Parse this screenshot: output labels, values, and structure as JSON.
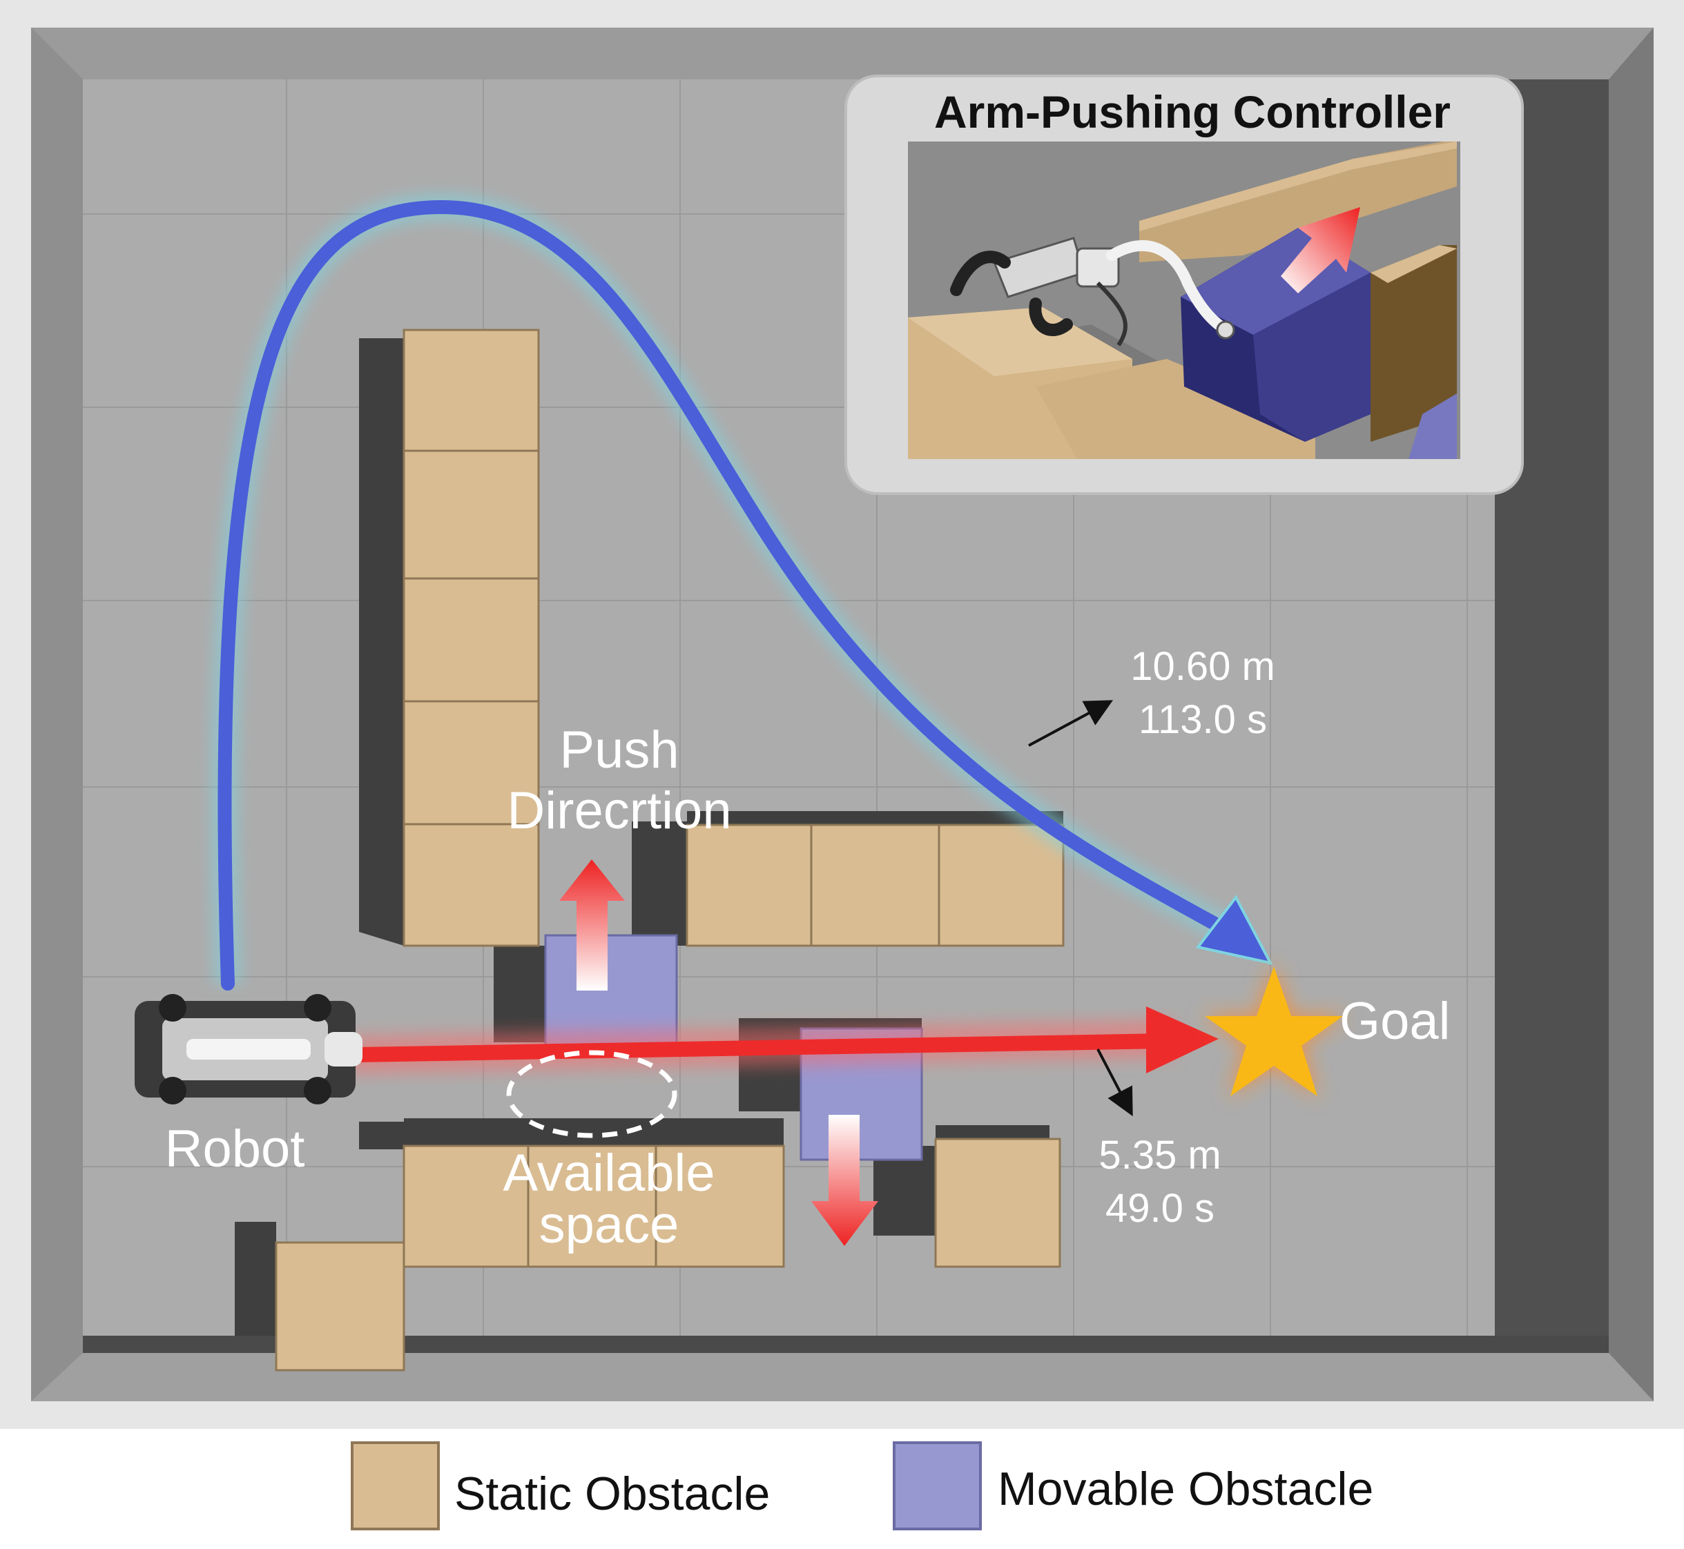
{
  "inset": {
    "title": "Arm-Pushing Controller"
  },
  "labels": {
    "push_line1": "Push",
    "push_line2": "Direcrtion",
    "robot": "Robot",
    "goal": "Goal",
    "available_line1": "Available",
    "available_line2": "space",
    "long_path_distance": "10.60 m",
    "long_path_time": "113.0 s",
    "short_path_distance": "5.35 m",
    "short_path_time": "49.0 s"
  },
  "legend": {
    "static": "Static Obstacle",
    "movable": "Movable Obstacle"
  },
  "colors": {
    "static_obstacle": "#d9bc92",
    "movable_obstacle": "#9898d0",
    "long_path": "#4a5fd8",
    "short_path": "#ee2b2b",
    "goal_star": "#f9b816",
    "floor": "#acacac"
  },
  "icons": {
    "goal": "star-icon",
    "robot": "quadruped-robot-icon"
  }
}
